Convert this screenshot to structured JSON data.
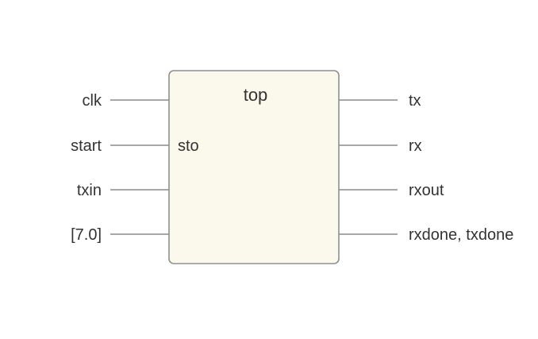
{
  "module": {
    "name": "top",
    "internal_label": "sto",
    "fill_color": "#fbf8ec",
    "border_color": "#8f8f8f"
  },
  "inputs": [
    {
      "label": "clk"
    },
    {
      "label": "start"
    },
    {
      "label": "txin"
    },
    {
      "label": "[7.0]"
    }
  ],
  "outputs": [
    {
      "label": "tx"
    },
    {
      "label": "rx"
    },
    {
      "label": "rxout"
    },
    {
      "label": "rxdone, txdone"
    }
  ],
  "colors": {
    "wire": "#8a8a8a",
    "text": "#333333"
  }
}
